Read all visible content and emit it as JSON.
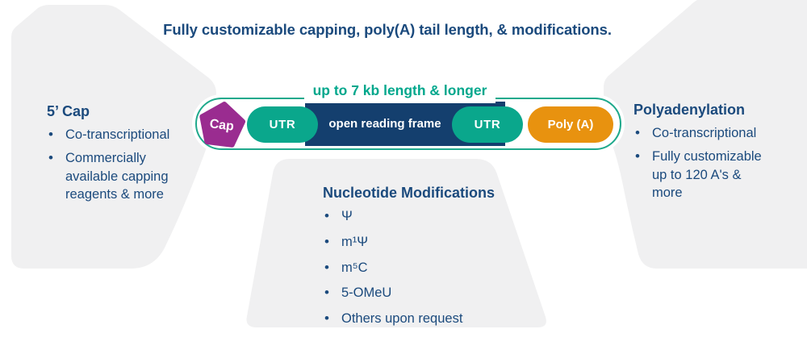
{
  "title": "Fully customizable capping, poly(A) tail length, & modifications.",
  "construct": {
    "length_label": "up to 7 kb length & longer",
    "segments": {
      "cap": "Cap",
      "utr_left": "UTR",
      "orf": "open reading frame",
      "utr_right": "UTR",
      "polya": "Poly (A)"
    }
  },
  "blocks": {
    "cap": {
      "heading": "5’ Cap",
      "items": [
        "Co-transcriptional",
        "Commercially available capping reagents & more"
      ]
    },
    "polyadenylation": {
      "heading": "Polyadenylation",
      "items": [
        "Co-transcriptional",
        "Fully customizable up to 120 A's & more"
      ]
    },
    "modifications": {
      "heading": "Nucleotide Modifications",
      "items": [
        "Ψ",
        "m¹Ψ",
        "m⁵C",
        "5-OMeU",
        "Others upon request"
      ]
    }
  },
  "colors": {
    "navy_text": "#1B4A7D",
    "orf_navy": "#143F6E",
    "teal": "#00A78C",
    "purple": "#9A2C90",
    "orange": "#E8920F",
    "shape_gray": "#F0F0F1"
  }
}
